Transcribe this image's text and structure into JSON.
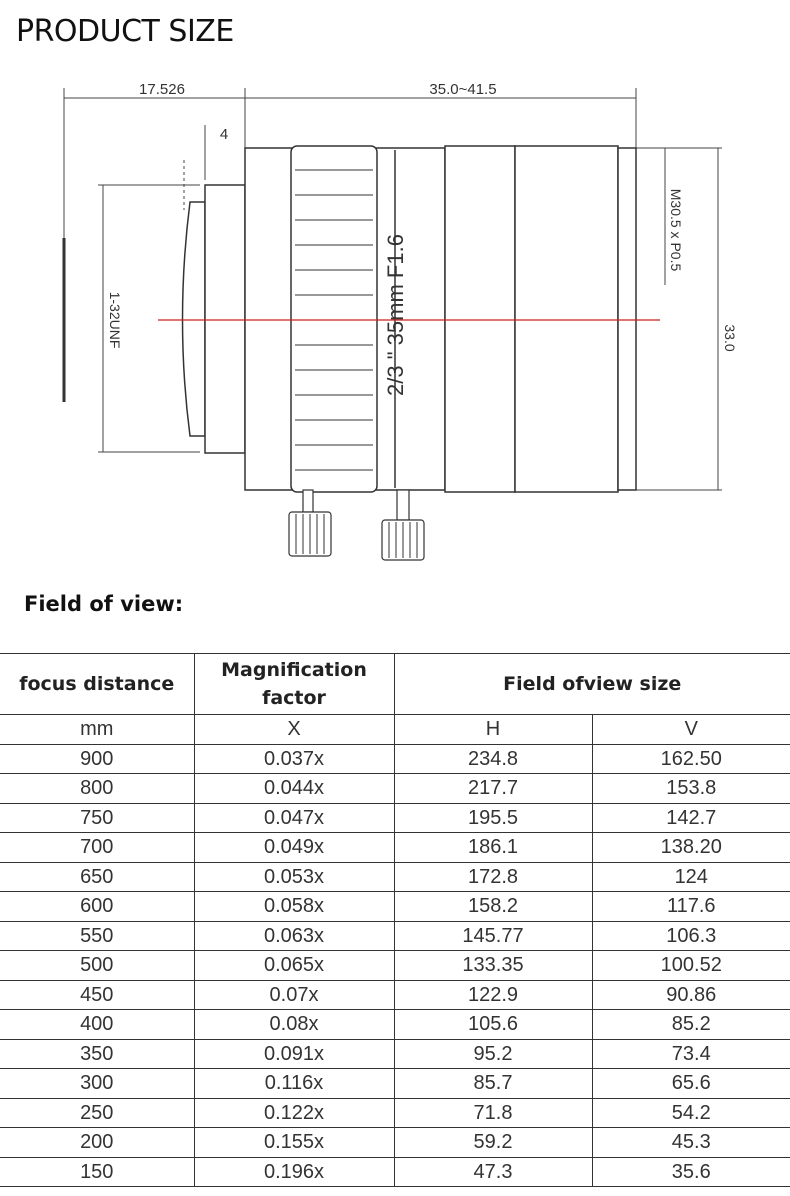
{
  "header": {
    "title": "PRODUCT SIZE"
  },
  "drawing": {
    "dim_flange": "17.526",
    "dim_length": "35.0~41.5",
    "dim_back": "4",
    "thread_mount": "1-32UNF",
    "filter_thread": "M30.5 x P0.5",
    "diameter": "33.0",
    "lens_marking": "2/3 \" 35mm F1.6",
    "colors": {
      "line": "#444444",
      "optical_axis": "#cc2222"
    }
  },
  "fov": {
    "heading": "Field of view:",
    "columns": {
      "focus": "focus distance",
      "magnification": "Magnification factor",
      "fov_size": "Field ofview size"
    },
    "units": [
      "mm",
      "X",
      "H",
      "V"
    ],
    "rows": [
      [
        "900",
        "0.037x",
        "234.8",
        "162.50"
      ],
      [
        "800",
        "0.044x",
        "217.7",
        "153.8"
      ],
      [
        "750",
        "0.047x",
        "195.5",
        "142.7"
      ],
      [
        "700",
        "0.049x",
        "186.1",
        "138.20"
      ],
      [
        "650",
        "0.053x",
        "172.8",
        "124"
      ],
      [
        "600",
        "0.058x",
        "158.2",
        "117.6"
      ],
      [
        "550",
        "0.063x",
        "145.77",
        "106.3"
      ],
      [
        "500",
        "0.065x",
        "133.35",
        "100.52"
      ],
      [
        "450",
        "0.07x",
        "122.9",
        "90.86"
      ],
      [
        "400",
        "0.08x",
        "105.6",
        "85.2"
      ],
      [
        "350",
        "0.091x",
        "95.2",
        "73.4"
      ],
      [
        "300",
        "0.116x",
        "85.7",
        "65.6"
      ],
      [
        "250",
        "0.122x",
        "71.8",
        "54.2"
      ],
      [
        "200",
        "0.155x",
        "59.2",
        "45.3"
      ],
      [
        "150",
        "0.196x",
        "47.3",
        "35.6"
      ]
    ]
  }
}
